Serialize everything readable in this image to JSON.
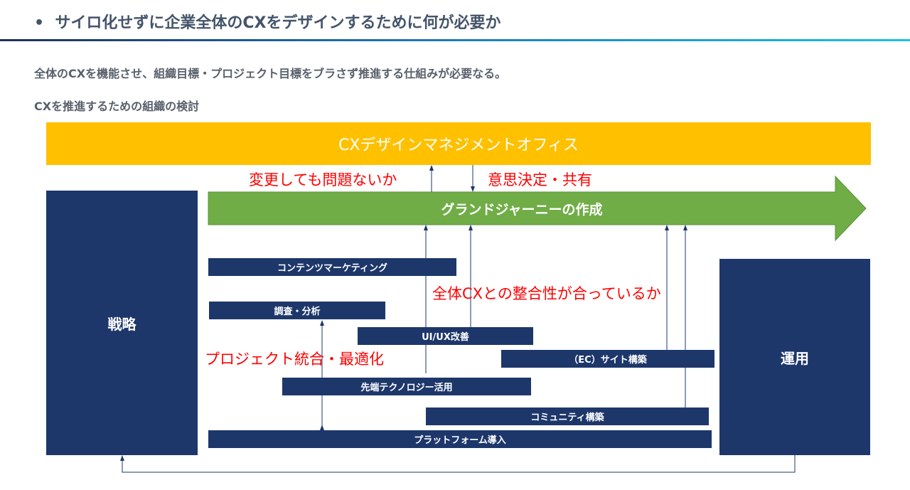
{
  "header": {
    "bullet": "•",
    "title": "サイロ化せずに企業全体のCXをデザインするために何が必要か"
  },
  "subtitle": "全体のCXを機能させ、組織目標・プロジェクト目標をブラさず推進する仕組みが必要なる。",
  "section_title": "CXを推進するための組織の検討",
  "diagram": {
    "office": "CXデザインマネジメントオフィス",
    "question_change": "変更しても問題ないか",
    "decision_share": "意思決定・共有",
    "grand_journey": "グランドジャーニーの作成",
    "strategy": "戦略",
    "operations": "運用",
    "alignment_question": "全体CXとの整合性が合っているか",
    "integration": "プロジェクト統合・最適化",
    "projects": [
      "コンテンツマーケティング",
      "調査・分析",
      "UI/UX改善",
      "（EC）サイト構築",
      "先端テクノロジー活用",
      "コミュニティ構築",
      "プラットフォーム導入"
    ]
  },
  "colors": {
    "office": "#FFC000",
    "journey": "#70ad47",
    "navy": "#1d376b",
    "red": "#ff0000"
  }
}
